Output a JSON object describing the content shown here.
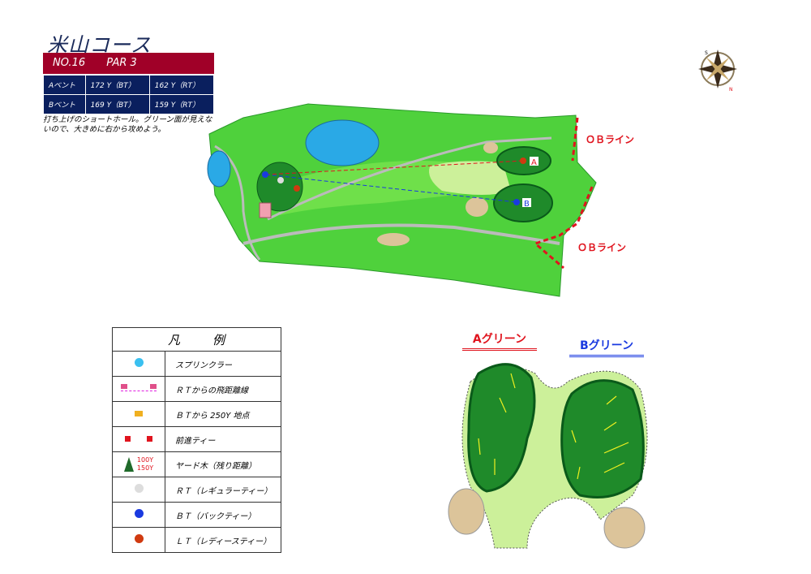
{
  "course_title": "米山コース",
  "hole": {
    "number": "NO.16",
    "par": "PAR 3"
  },
  "yardage": [
    {
      "tee": "Aベント",
      "bt": "172 Y（BT）",
      "rt": "162 Y（RT）"
    },
    {
      "tee": "Bベント",
      "bt": "169 Y（BT）",
      "rt": "159 Y（RT）"
    }
  ],
  "description": "打ち上げのショートホール。グリーン面が見えないので、大きめに右から攻めよう。",
  "map": {
    "ob_label_1": "ＯＢライン",
    "ob_label_2": "ＯＢライン",
    "green_a_mark": "A",
    "green_b_mark": "B",
    "compass_n": "N",
    "compass_s": "S"
  },
  "legend": {
    "title": "凡例",
    "items": [
      {
        "icon": "sprinkler-icon",
        "label": "スプリンクラー"
      },
      {
        "icon": "flag-line-icon",
        "label": "ＲＴからの飛距離線"
      },
      {
        "icon": "yellow-flag-icon",
        "label": "ＢＴから 250Y 地点"
      },
      {
        "icon": "forward-tee-icon",
        "label": "前進ティー"
      },
      {
        "icon": "tree-icon",
        "label": "ヤード木（残り距離）",
        "yards": [
          "100Y",
          "150Y"
        ]
      },
      {
        "icon": "white-ball-icon",
        "label": "ＲＴ（レギュラーティー）"
      },
      {
        "icon": "blue-ball-icon",
        "label": "ＢＴ（バックティー）"
      },
      {
        "icon": "red-ball-icon",
        "label": "ＬＴ（レディースティー）"
      }
    ]
  },
  "green_detail": {
    "a_label": "Aグリーン",
    "b_label": "Bグリーン"
  },
  "colors": {
    "header_red": "#a00028",
    "navy": "#0a1f5e",
    "rough": "#4fd13c",
    "fairway": "#ccf09a",
    "green": "#1f8a2a",
    "water": "#2aa9e6",
    "bunker": "#dcc49a"
  }
}
